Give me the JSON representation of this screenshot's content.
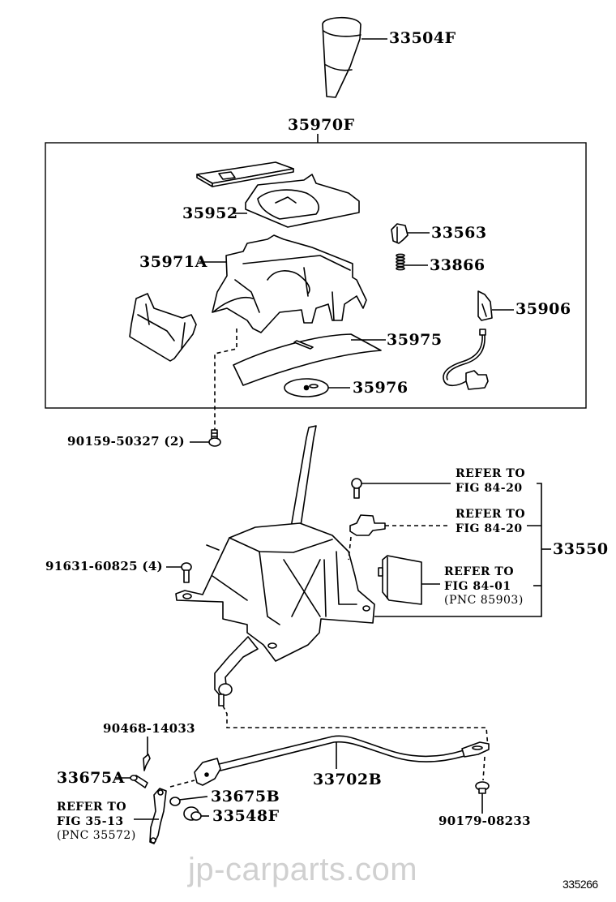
{
  "diagram": {
    "type": "exploded-parts-diagram",
    "subject": "Floor shift lever assembly",
    "figure_number": "335266",
    "watermark": "jp-carparts.com",
    "assembly_box_label": "35970F",
    "parts": {
      "shift_knob": "33504F",
      "housing_cover": "35970F",
      "indicator_plate": "35952",
      "position_indicator_housing": "35971A",
      "lock_button": "33563",
      "spring": "33866",
      "light_bulb_holder": "35906",
      "slide_plate": "35975",
      "washer_disc": "35976",
      "screw_upper": "90159-50327 (2)",
      "bolt_lower": "91631-60825 (4)",
      "shift_lever_assy": "33550",
      "control_rod": "33702B",
      "clip": "90468-14033",
      "pin_a": "33675A",
      "pin_b": "33675B",
      "bushing": "33548F",
      "nut": "90179-08233"
    },
    "references": [
      {
        "line1": "REFER TO",
        "line2": "FIG 84-20"
      },
      {
        "line1": "REFER TO",
        "line2": "FIG 84-20"
      },
      {
        "line1": "REFER TO",
        "line2": "FIG 84-01",
        "line3": "(PNC 85903)"
      },
      {
        "line1": "REFER TO",
        "line2": "FIG 35-13",
        "line3": "(PNC 35572)"
      }
    ]
  }
}
